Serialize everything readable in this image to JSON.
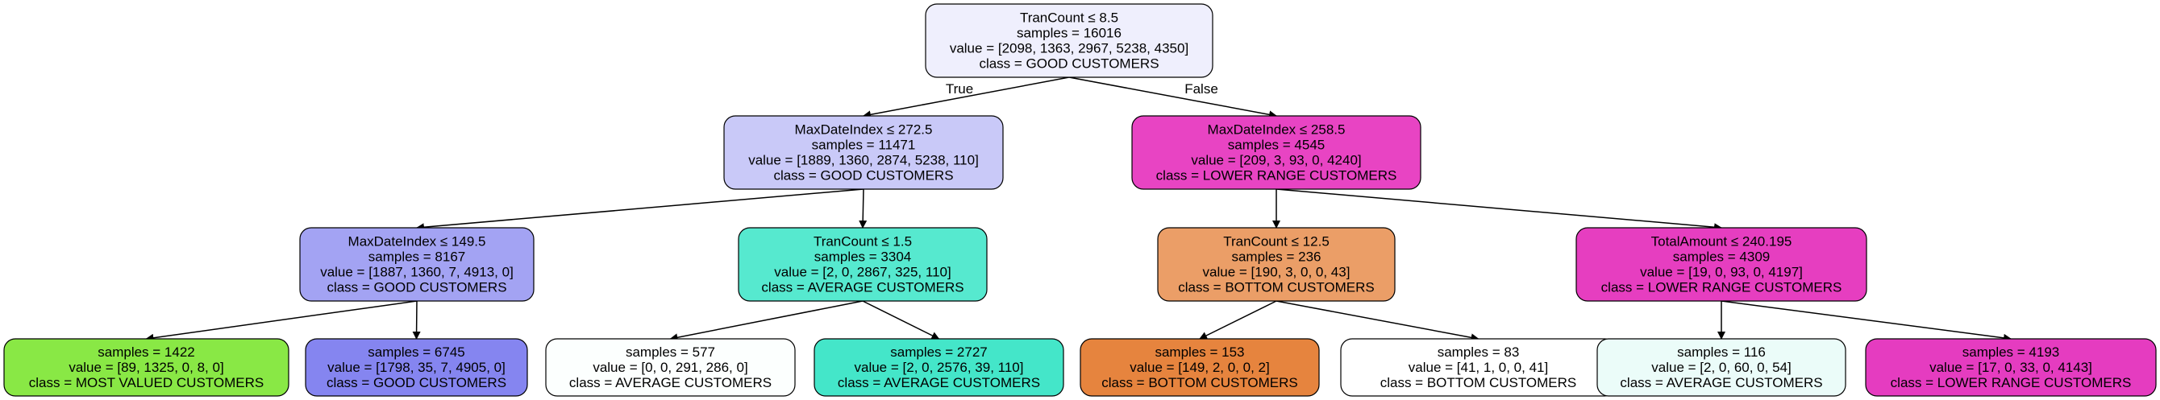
{
  "colors": {
    "edge": "#000000",
    "node_stroke": "#000000"
  },
  "edge_labels": {
    "true_label": "True",
    "false_label": "False"
  },
  "nodes": [
    {
      "id": "n0",
      "lines": [
        "TranCount ≤ 8.5",
        "samples = 16016",
        "value = [2098, 1363, 2967, 5238, 4350]",
        "class = GOOD CUSTOMERS"
      ],
      "fill": "#efeffd"
    },
    {
      "id": "n1",
      "lines": [
        "MaxDateIndex ≤ 272.5",
        "samples = 11471",
        "value = [1889, 1360, 2874, 5238, 110]",
        "class = GOOD CUSTOMERS"
      ],
      "fill": "#c9c9f8"
    },
    {
      "id": "n2",
      "lines": [
        "MaxDateIndex ≤ 258.5",
        "samples = 4545",
        "value = [209, 3, 93, 0, 4240]",
        "class = LOWER RANGE CUSTOMERS"
      ],
      "fill": "#e844c3"
    },
    {
      "id": "n3",
      "lines": [
        "MaxDateIndex ≤ 149.5",
        "samples = 8167",
        "value = [1887, 1360, 7, 4913, 0]",
        "class = GOOD CUSTOMERS"
      ],
      "fill": "#a3a3f3"
    },
    {
      "id": "n4",
      "lines": [
        "TranCount ≤ 1.5",
        "samples = 3304",
        "value = [2, 0, 2867, 325, 110]",
        "class = AVERAGE CUSTOMERS"
      ],
      "fill": "#56e9cf"
    },
    {
      "id": "n5",
      "lines": [
        "TranCount ≤ 12.5",
        "samples = 236",
        "value = [190, 3, 0, 0, 43]",
        "class = BOTTOM CUSTOMERS"
      ],
      "fill": "#eb9e67"
    },
    {
      "id": "n6",
      "lines": [
        "TotalAmount ≤ 240.195",
        "samples = 4309",
        "value = [19, 0, 93, 0, 4197]",
        "class = LOWER RANGE CUSTOMERS"
      ],
      "fill": "#e63ec0"
    },
    {
      "id": "n7",
      "lines": [
        "samples = 1422",
        "value = [89, 1325, 0, 8, 0]",
        "class = MOST VALUED CUSTOMERS"
      ],
      "fill": "#89e845"
    },
    {
      "id": "n8",
      "lines": [
        "samples = 6745",
        "value = [1798, 35, 7, 4905, 0]",
        "class = GOOD CUSTOMERS"
      ],
      "fill": "#8585f0"
    },
    {
      "id": "n9",
      "lines": [
        "samples = 577",
        "value = [0, 0, 291, 286, 0]",
        "class = AVERAGE CUSTOMERS"
      ],
      "fill": "#fcfffe"
    },
    {
      "id": "n10",
      "lines": [
        "samples = 2727",
        "value = [2, 0, 2576, 39, 110]",
        "class = AVERAGE CUSTOMERS"
      ],
      "fill": "#44e6c9"
    },
    {
      "id": "n11",
      "lines": [
        "samples = 153",
        "value = [149, 2, 0, 0, 2]",
        "class = BOTTOM CUSTOMERS"
      ],
      "fill": "#e6843e"
    },
    {
      "id": "n12",
      "lines": [
        "samples = 83",
        "value = [41, 1, 0, 0, 41]",
        "class = BOTTOM CUSTOMERS"
      ],
      "fill": "#ffffff"
    },
    {
      "id": "n13",
      "lines": [
        "samples = 116",
        "value = [2, 0, 60, 0, 54]",
        "class = AVERAGE CUSTOMERS"
      ],
      "fill": "#ebfcf9"
    },
    {
      "id": "n14",
      "lines": [
        "samples = 4193",
        "value = [17, 0, 33, 0, 4143]",
        "class = LOWER RANGE CUSTOMERS"
      ],
      "fill": "#e53cc0"
    }
  ],
  "edges": [
    [
      "n0",
      "n1"
    ],
    [
      "n0",
      "n2"
    ],
    [
      "n1",
      "n3"
    ],
    [
      "n1",
      "n4"
    ],
    [
      "n2",
      "n5"
    ],
    [
      "n2",
      "n6"
    ],
    [
      "n3",
      "n7"
    ],
    [
      "n3",
      "n8"
    ],
    [
      "n4",
      "n9"
    ],
    [
      "n4",
      "n10"
    ],
    [
      "n5",
      "n11"
    ],
    [
      "n5",
      "n12"
    ],
    [
      "n6",
      "n13"
    ],
    [
      "n6",
      "n14"
    ]
  ]
}
